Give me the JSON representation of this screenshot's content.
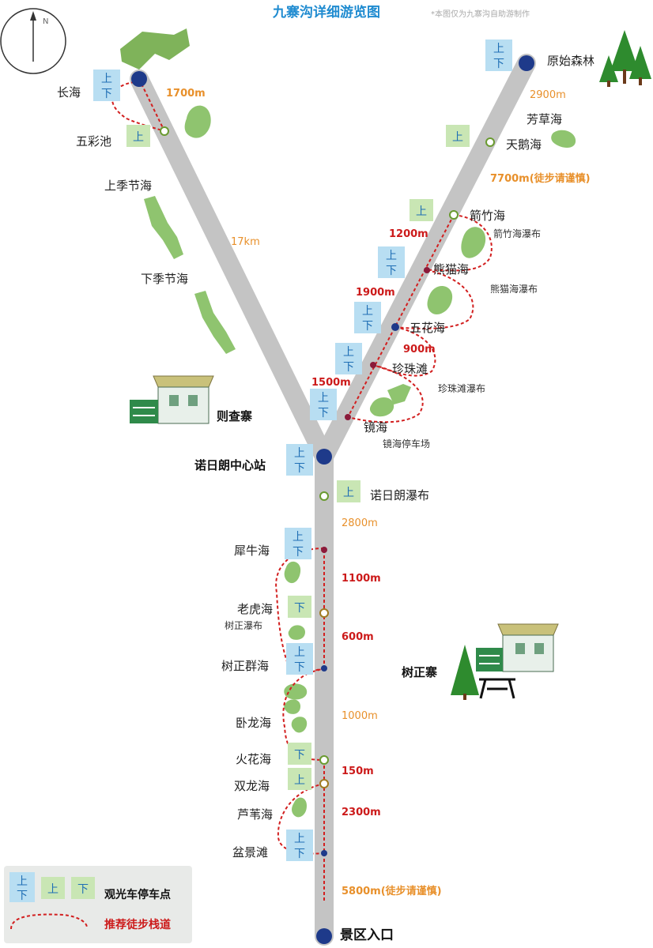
{
  "title": "九寨沟详细游览图",
  "note": "*本图仅为九寨沟自助游制作",
  "compass": {
    "north": "N"
  },
  "places": {
    "changhai": "长海",
    "wucaichi": "五彩池",
    "shangjijiehai": "上季节海",
    "xiajijiehai": "下季节海",
    "zechawa": "则查寨",
    "yuanshisenlin": "原始森林",
    "fangcaohai": "芳草海",
    "tianehai": "天鹅海",
    "jianzhuhai": "箭竹海",
    "jianzhuhai_falls": "箭竹海瀑布",
    "xiongmaohai": "熊猫海",
    "xiongmaohai_falls": "熊猫海瀑布",
    "wuhuahai": "五花海",
    "zhenzhutan": "珍珠滩",
    "zhenzhutan_falls": "珍珠滩瀑布",
    "jinghai": "镜海",
    "jinghai_parking": "镜海停车场",
    "nuorilang_center": "诺日朗中心站",
    "nuorilang_falls": "诺日朗瀑布",
    "xiniuhai": "犀牛海",
    "laohuhai": "老虎海",
    "shuzheng_falls": "树正瀑布",
    "shuzheng_qunhai": "树正群海",
    "shuzheng_zhai": "树正寨",
    "wolonghai": "卧龙海",
    "huohuahai": "火花海",
    "shuanglonghai": "双龙海",
    "luweihai": "芦苇海",
    "penjingtan": "盆景滩",
    "entrance": "景区入口"
  },
  "distances": {
    "left_branch": "17km",
    "changhai_wucaichi": "1700m",
    "yuanshi_tiane": "2900m",
    "tiane_jianzhu": "7700m",
    "tiane_jianzhu_warn": "(徒步请谨慎)",
    "jianzhu_xiongmao": "1200m",
    "xiongmao_wuhua": "1900m",
    "wuhua_zhenzhu": "900m",
    "zhenzhu_jinghai": "1500m",
    "nuorilang_xiniu": "2800m",
    "xiniu_laohu": "1100m",
    "laohu_shuzheng": "600m",
    "shuzheng_huohua": "1000m",
    "huohua_shuanglong": "150m",
    "shuanglong_penjing": "2300m",
    "penjing_entrance": "5800m",
    "penjing_entrance_warn": "(徒步请谨慎)"
  },
  "stop_labels": {
    "up": "上",
    "down": "下"
  },
  "legend": {
    "bus_stop": "观光车停车点",
    "trail": "推荐徒步栈道"
  },
  "colors": {
    "road": "#c4c4c4",
    "station": "#1e3a8a",
    "stop_box_blue": "#b8def2",
    "stop_box_green": "#c9e6b4",
    "stop_text": "#1f6fb5",
    "lake": "#8fc46f",
    "trail": "#d21f1f",
    "tree": "#2e8b2e"
  }
}
